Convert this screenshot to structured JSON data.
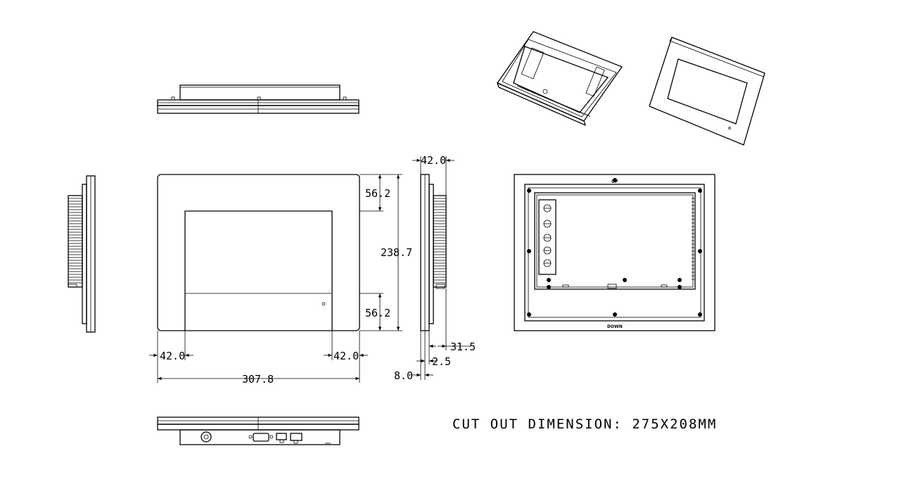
{
  "drawing": {
    "front_view": {
      "dims": {
        "overall_width": "307.8",
        "overall_height": "238.7",
        "top_bezel": "56.2",
        "bottom_bezel": "56.2",
        "left_bezel": "42.0",
        "right_bezel": "42.0"
      }
    },
    "side_view": {
      "dims": {
        "top_depth": "42.0",
        "bottom_depth": "31.5",
        "front_thickness": "2.5",
        "bezel_thickness": "8.0"
      }
    },
    "back_view": {
      "label_top": "UP",
      "label_bottom": "DOWN"
    },
    "cutout_note": "CUT OUT DIMENSION: 275X208MM"
  }
}
